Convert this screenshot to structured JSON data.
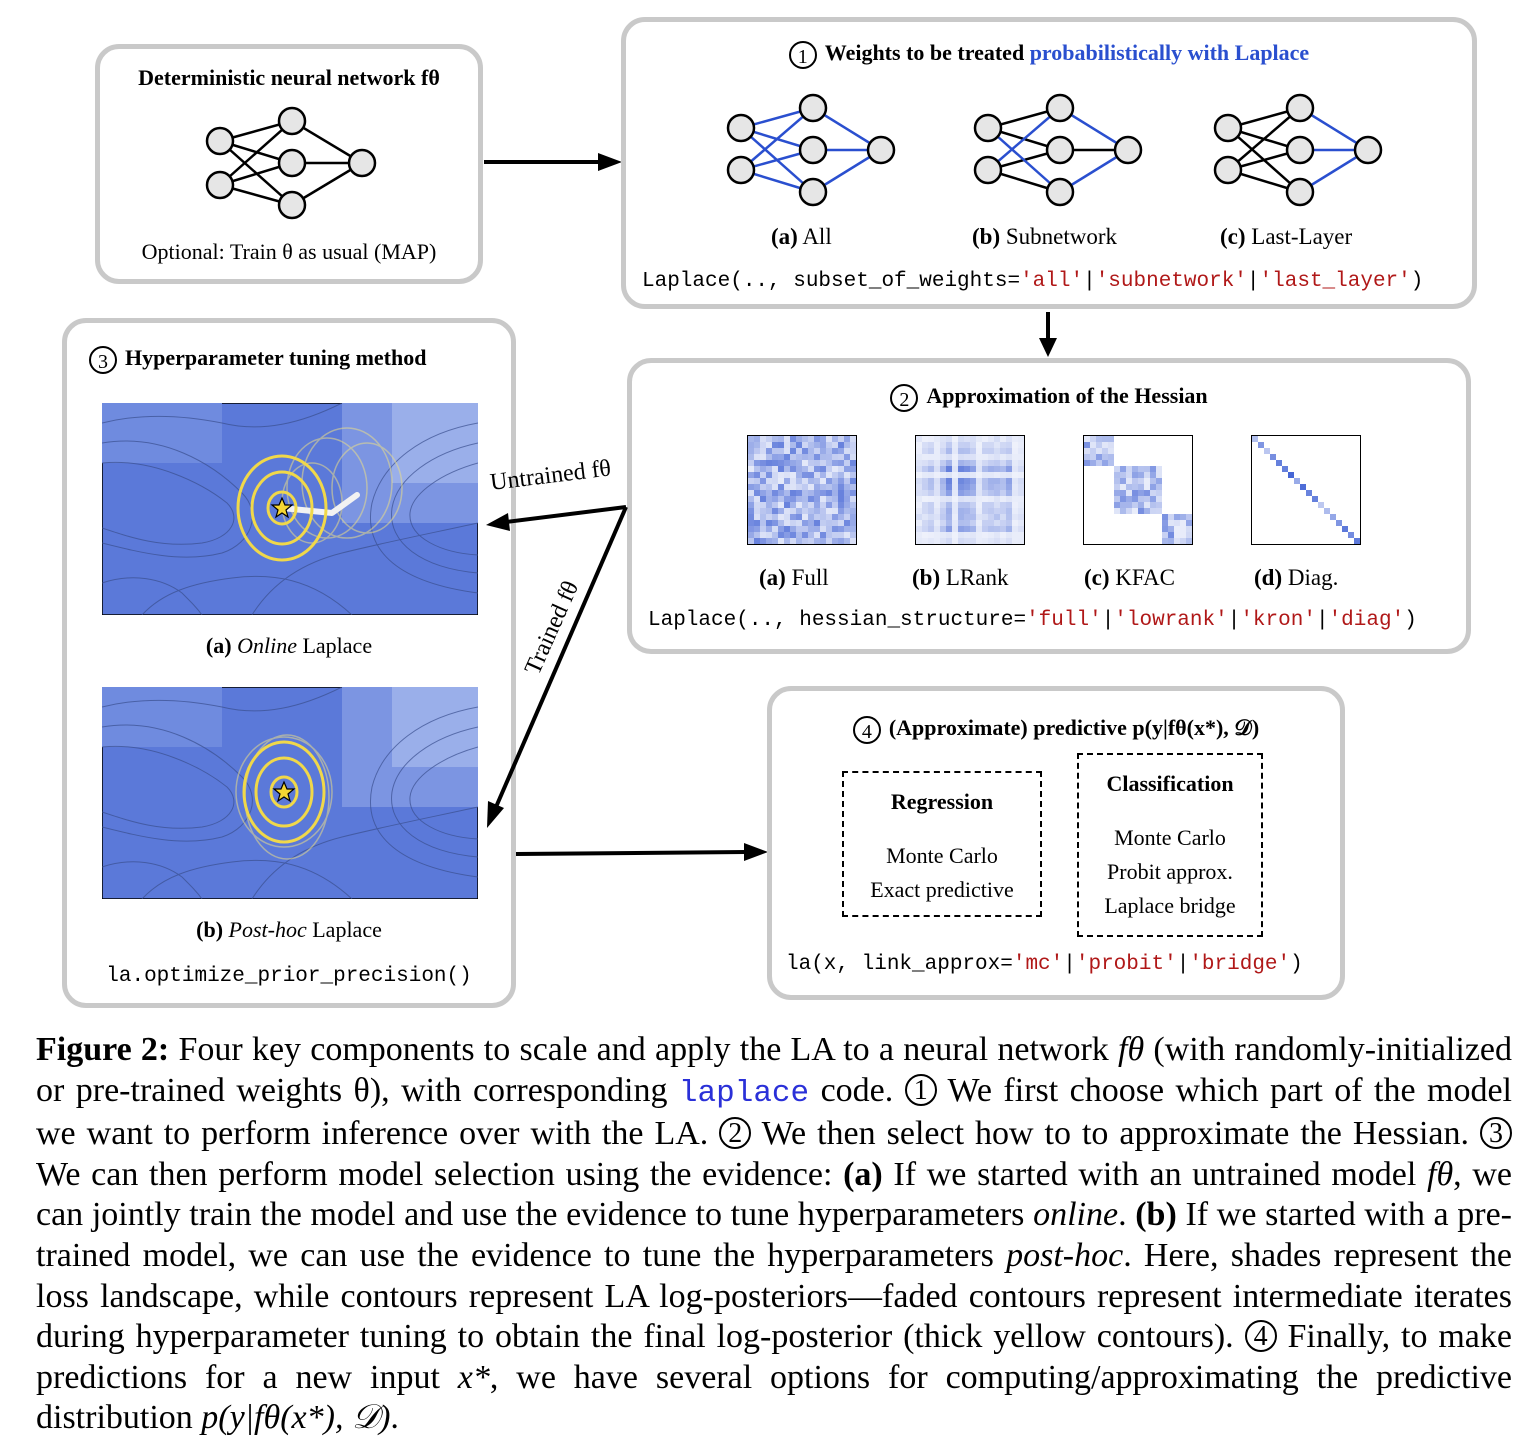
{
  "panel_top_left": {
    "title": "Deterministic neural network fθ",
    "footer": "Optional: Train θ as usual (MAP)"
  },
  "panel1": {
    "num": "1",
    "title_plain": "Weights to be treated ",
    "title_blue": "probabilistically with Laplace",
    "options": [
      {
        "letter": "(a)",
        "label": "All"
      },
      {
        "letter": "(b)",
        "label": "Subnetwork"
      },
      {
        "letter": "(c)",
        "label": "Last-Layer"
      }
    ],
    "code_prefix": "Laplace(.., subset_of_weights=",
    "code_values": [
      "'all'",
      "'subnetwork'",
      "'last_layer'"
    ],
    "code_suffix": ")"
  },
  "panel2": {
    "num": "2",
    "title": "Approximation of the Hessian",
    "options": [
      {
        "letter": "(a)",
        "label": "Full"
      },
      {
        "letter": "(b)",
        "label": "LRank"
      },
      {
        "letter": "(c)",
        "label": "KFAC"
      },
      {
        "letter": "(d)",
        "label": "Diag."
      }
    ],
    "code_prefix": "Laplace(.., hessian_structure=",
    "code_values": [
      "'full'",
      "'lowrank'",
      "'kron'",
      "'diag'"
    ],
    "code_suffix": ")"
  },
  "panel3": {
    "num": "3",
    "title": "Hyperparameter tuning method",
    "sub_a_letter": "(a)",
    "sub_a_italic": "Online",
    "sub_a_rest": " Laplace",
    "sub_b_letter": "(b)",
    "sub_b_italic": "Post-hoc",
    "sub_b_rest": " Laplace",
    "code": "la.optimize_prior_precision()"
  },
  "panel4": {
    "num": "4",
    "title": "(Approximate) predictive p(y|fθ(x*), 𝒟)",
    "regression_title": "Regression",
    "regression_items": [
      "Monte Carlo",
      "Exact predictive"
    ],
    "classification_title": "Classification",
    "classification_items": [
      "Monte Carlo",
      "Probit approx.",
      "Laplace bridge"
    ],
    "code_prefix": "la(x, link_approx=",
    "code_values": [
      "'mc'",
      "'probit'",
      "'bridge'"
    ],
    "code_suffix": ")"
  },
  "arrows": {
    "untrained": "Untrained fθ",
    "trained": "Trained fθ"
  },
  "caption": {
    "fig": "Figure 2:",
    "s1": " Four key components to scale and apply the LA to a neural network ",
    "f": "fθ",
    "s2": " (with randomly-initialized or pre-trained weights θ), with corresponding ",
    "code": "laplace",
    "s3": " code. ",
    "n1": "1",
    "s4": " We first choose which part of the model we want to perform inference over with the LA. ",
    "n2": "2",
    "s5": " We then select how to to approximate the Hessian. ",
    "n3": "3",
    "s6": " We can then perform model selection using the evidence: ",
    "a": "(a)",
    "s7": " If we started with an untrained model ",
    "s8": ", we can jointly train the model and use the evidence to tune hyperparameters ",
    "online": "online",
    "s9": ". ",
    "b": "(b)",
    "s10": " If we started with a pre-trained model, we can use the evidence to tune the hyperparameters ",
    "posthoc": "post-hoc",
    "s11": ". Here, shades represent the loss landscape, while contours represent LA log-posteriors—faded contours represent intermediate iterates during hyperparameter tuning to obtain the final log-posterior (thick yellow contours). ",
    "n4": "4",
    "s12": " Finally, to make predictions for a new input ",
    "xstar": "x*",
    "s13": ", we have several options for computing/approximating the predictive distribution ",
    "pred": "p(y|fθ(x*), 𝒟)",
    "s14": "."
  },
  "colors": {
    "panel_border": "#c9c9c9",
    "blue_edge": "#2a4fcf",
    "landscape": "#5a78d8",
    "code_red": "#b01818"
  }
}
